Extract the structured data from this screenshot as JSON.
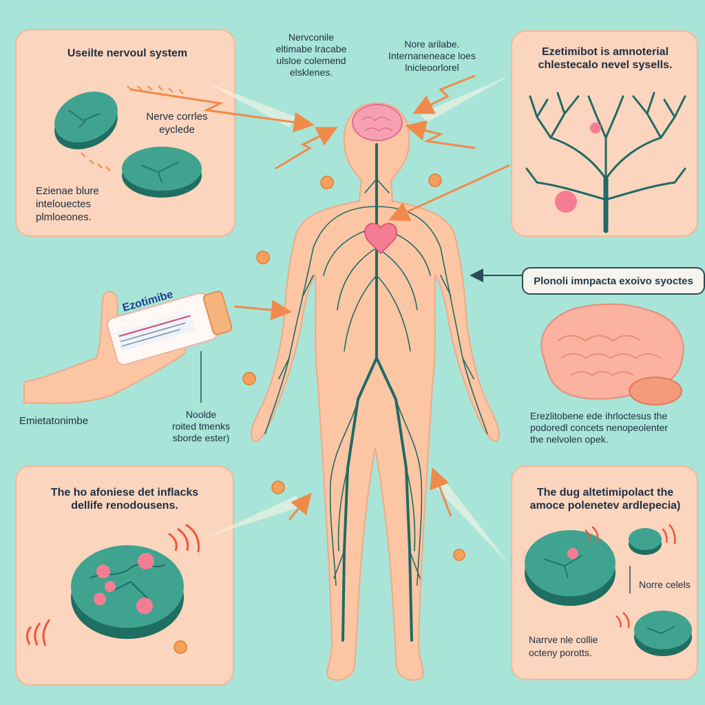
{
  "colors": {
    "background": "#a9e4d8",
    "panel": "#fbd5bd",
    "panel_border": "#f3b796",
    "pill": "#3fa38f",
    "pill_dark": "#1f6e62",
    "nerve": "#1f6a66",
    "arrow": "#f08a4b",
    "skin": "#fcc6a4",
    "brain": "#f7a58f",
    "pink": "#f57d93"
  },
  "panels": {
    "top_left": {
      "title": "Useilte nervoul system",
      "text1": [
        "Nerve corrles",
        "eyclede"
      ],
      "text2": [
        "Ezienae blure",
        "intelouectes",
        "plmloeones."
      ]
    },
    "top_right": {
      "title": [
        "Ezetimibot is amnoterial",
        "chlestecalo nevel sysells."
      ]
    },
    "bottom_left": {
      "title": [
        "The ho afoniese det inflacks",
        "dellife renodousens."
      ]
    },
    "bottom_right": {
      "title": [
        "The dug altetimipolact the",
        "amoce polenetev ardlepecia)"
      ],
      "label1": "Norre celels",
      "label2": [
        "Narrve nle collie",
        "octeny porotts."
      ]
    }
  },
  "annotations": {
    "top_center_left": [
      "Nervconile",
      "eltimabe lracabe",
      "ulsloe colemend",
      "elsklenes."
    ],
    "top_center_right": [
      "Nore arilabe.",
      "Internaneneace loes",
      "lnicleoorlorel"
    ],
    "impact_tag": "Plonoli imnpacta exoivo syoctes",
    "brain_text": [
      "Erezlitobene ede ihrloctesus the",
      "podoredl concets nenopeolenter",
      "the nelvolen opek."
    ],
    "left_label": "Emietatonimbe",
    "bottle_note": [
      "Noolde",
      "roited tmenks",
      "sborde ester)"
    ],
    "bottle_label": "Ezotimibe"
  }
}
